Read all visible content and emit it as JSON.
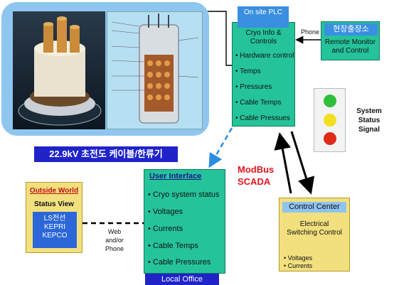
{
  "photo_caption": "22.9kV 초전도 케이블/한류기",
  "plc": {
    "header": "On site PLC",
    "subtitle": "Cryo Info & Controls",
    "items": [
      "Hardware control",
      "Temps",
      "Pressures",
      "Cable Temps",
      "Cable Pressues"
    ]
  },
  "remote": {
    "header": "현장출장소",
    "text": "Remote Monitor and Control",
    "link_label": "Phone"
  },
  "signal_label": "System Status Signal",
  "modbus_label": "ModBus SCADA",
  "ui": {
    "title": "User Interface",
    "items": [
      "Cryo system status",
      "Voltages",
      "Currents",
      "Cable Temps",
      "Cable Pressures"
    ],
    "footer": "Local Office"
  },
  "outside": {
    "title": "Outside World",
    "subtitle": "Status View",
    "orgs": [
      "LS전선",
      "KEPRI",
      "KEPCO"
    ]
  },
  "web_label": "Web and/or Phone",
  "control_center": {
    "header": "Control Center",
    "text": "Electrical Switching Control",
    "items": [
      "Voltages",
      "Currents"
    ]
  },
  "colors": {
    "box_green": "#25c39a",
    "box_yellow": "#f2e07f",
    "header_blue": "#3a8fe0",
    "caption_blue": "#1f23c8",
    "modbus_red": "#e0141e"
  }
}
